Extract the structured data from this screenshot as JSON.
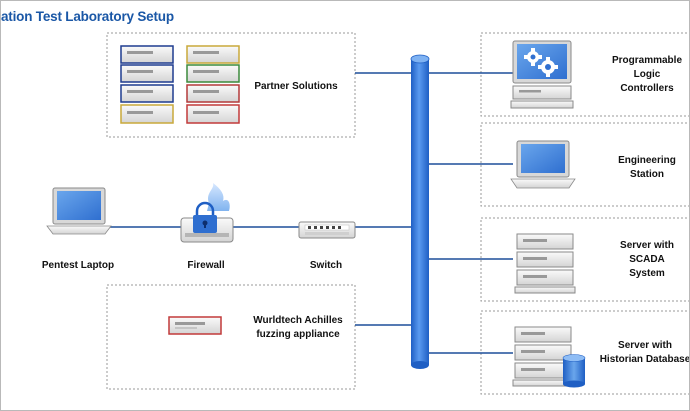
{
  "title": "ation Test Laboratory Setup",
  "colors": {
    "title": "#1a57a6",
    "backbone": "#2f6fd0",
    "link": "#1d4f9a",
    "screen": "#3d7fd6",
    "dashed_border": "#9a9a9a"
  },
  "labels": {
    "partner_solutions": "Partner Solutions",
    "pentest_laptop": "Pentest Laptop",
    "firewall": "Firewall",
    "switch": "Switch",
    "achilles_line1": "Wurldtech Achilles",
    "achilles_line2": "fuzzing appliance",
    "plc_line1": "Programmable",
    "plc_line2": "Logic",
    "plc_line3": "Controllers",
    "eng_line1": "Engineering",
    "eng_line2": "Station",
    "scada_line1": "Server with",
    "scada_line2": "SCADA",
    "scada_line3": "System",
    "historian_line1": "Server with",
    "historian_line2": "Historian Database"
  },
  "icons": {
    "partner": "server-rack-icon",
    "laptop": "laptop-icon",
    "firewall": "firewall-lock-icon",
    "switch": "network-switch-icon",
    "achilles": "appliance-icon",
    "plc": "gear-computer-icon",
    "engineering": "laptop-icon",
    "scada": "server-stack-icon",
    "historian": "database-server-icon"
  }
}
